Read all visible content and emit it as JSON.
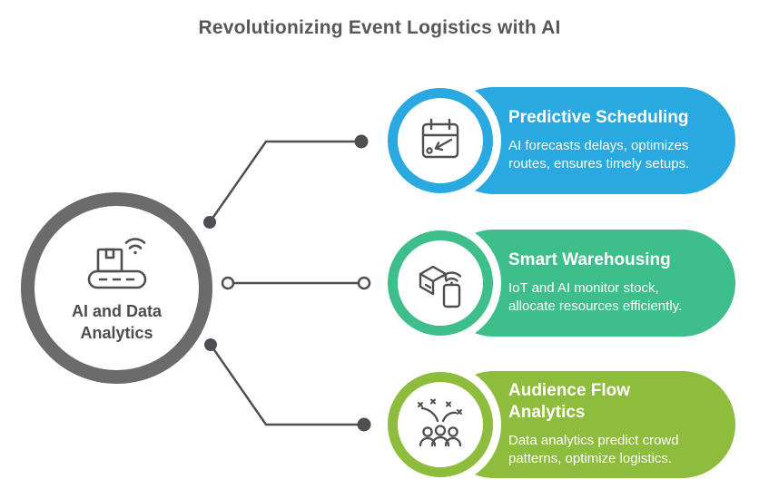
{
  "page_title": "Revolutionizing Event Logistics with AI",
  "hub": {
    "label_lines": [
      "AI and Data",
      "Analytics"
    ],
    "icon": "conveyor-belt-wifi-icon",
    "ring_color": "#6b6b6b"
  },
  "cards": [
    {
      "id": "predictive-scheduling",
      "color": "#29a9df",
      "icon": "calendar-reschedule-icon",
      "title_lines": [
        "Predictive Scheduling"
      ],
      "description_lines": [
        "AI forecasts delays, optimizes",
        "routes, ensures timely setups."
      ]
    },
    {
      "id": "smart-warehousing",
      "color": "#3dbe8a",
      "icon": "box-iot-device-icon",
      "title_lines": [
        "Smart Warehousing"
      ],
      "description_lines": [
        "IoT and AI monitor stock,",
        "allocate resources efficiently."
      ]
    },
    {
      "id": "audience-flow-analytics",
      "color": "#8ebc3c",
      "icon": "crowd-analytics-icon",
      "title_lines": [
        "Audience Flow",
        "Analytics"
      ],
      "description_lines": [
        "Data analytics predict crowd",
        "patterns, optimize logistics."
      ]
    }
  ],
  "connector_color": "#4d4f53"
}
